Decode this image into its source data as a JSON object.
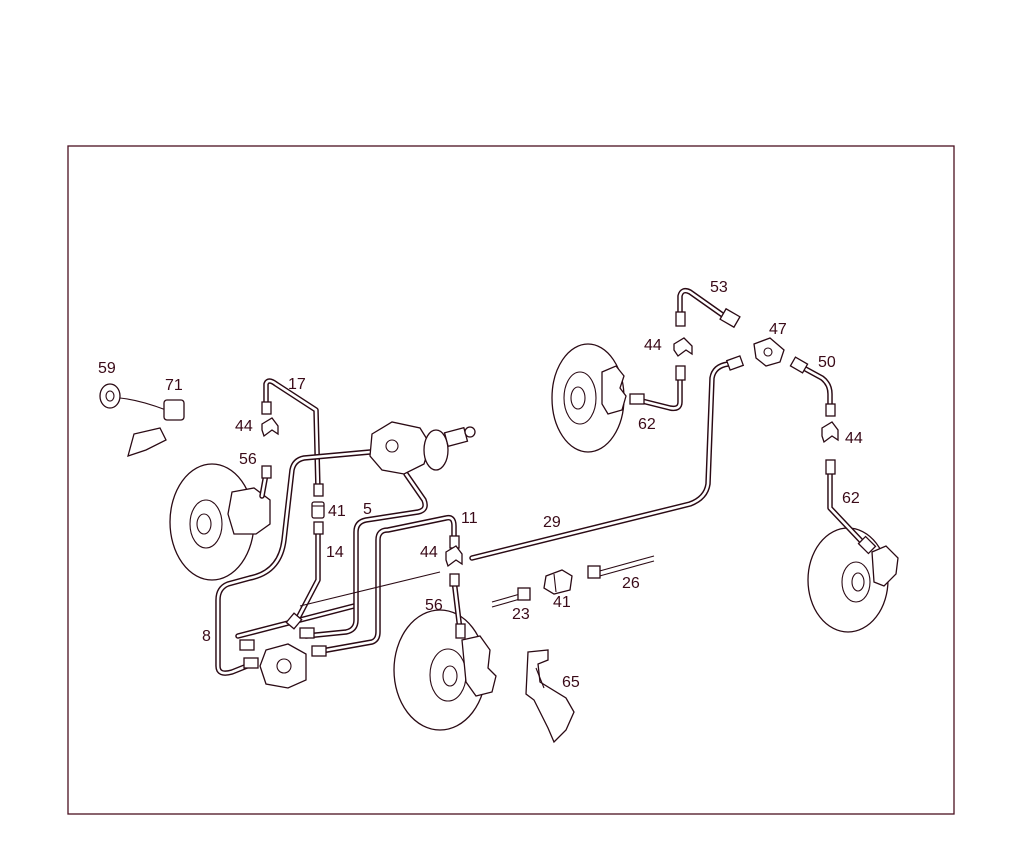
{
  "diagram": {
    "colors": {
      "line": "#2a0a14",
      "label": "#3a0a18",
      "frame": "#4a1020",
      "background": "#ffffff"
    },
    "callouts": [
      {
        "id": "c53",
        "text": "53",
        "part": "brake-line-rear-top"
      },
      {
        "id": "c47",
        "text": "47",
        "part": "t-distributor"
      },
      {
        "id": "c44a",
        "text": "44",
        "part": "line-clip-rear-left"
      },
      {
        "id": "c50",
        "text": "50",
        "part": "brake-line-rear-right"
      },
      {
        "id": "c59",
        "text": "59",
        "part": "grommet"
      },
      {
        "id": "c71",
        "text": "71",
        "part": "sensor-bracket"
      },
      {
        "id": "c17",
        "text": "17",
        "part": "brake-line-front-left"
      },
      {
        "id": "c62a",
        "text": "62",
        "part": "brake-hose-rear-left"
      },
      {
        "id": "c44b",
        "text": "44",
        "part": "line-clip-front-left"
      },
      {
        "id": "c44c",
        "text": "44",
        "part": "line-clip-rear-right"
      },
      {
        "id": "c56a",
        "text": "56",
        "part": "brake-hose-front-left"
      },
      {
        "id": "c62b",
        "text": "62",
        "part": "brake-hose-rear-right"
      },
      {
        "id": "c41a",
        "text": "41",
        "part": "connector-upper"
      },
      {
        "id": "c5",
        "text": "5",
        "part": "master-cylinder-line"
      },
      {
        "id": "c11",
        "text": "11",
        "part": "brake-line-front-right"
      },
      {
        "id": "c29",
        "text": "29",
        "part": "main-brake-line-rear"
      },
      {
        "id": "c14",
        "text": "14",
        "part": "brake-line-left-lower"
      },
      {
        "id": "c44d",
        "text": "44",
        "part": "line-clip-front-right"
      },
      {
        "id": "c26",
        "text": "26",
        "part": "brake-line-short"
      },
      {
        "id": "c41b",
        "text": "41",
        "part": "connector-lower"
      },
      {
        "id": "c56b",
        "text": "56",
        "part": "brake-hose-front-right"
      },
      {
        "id": "c23",
        "text": "23",
        "part": "brake-line-stub"
      },
      {
        "id": "c8",
        "text": "8",
        "part": "brake-line-left-loop"
      },
      {
        "id": "c65",
        "text": "65",
        "part": "heat-shield"
      }
    ]
  }
}
